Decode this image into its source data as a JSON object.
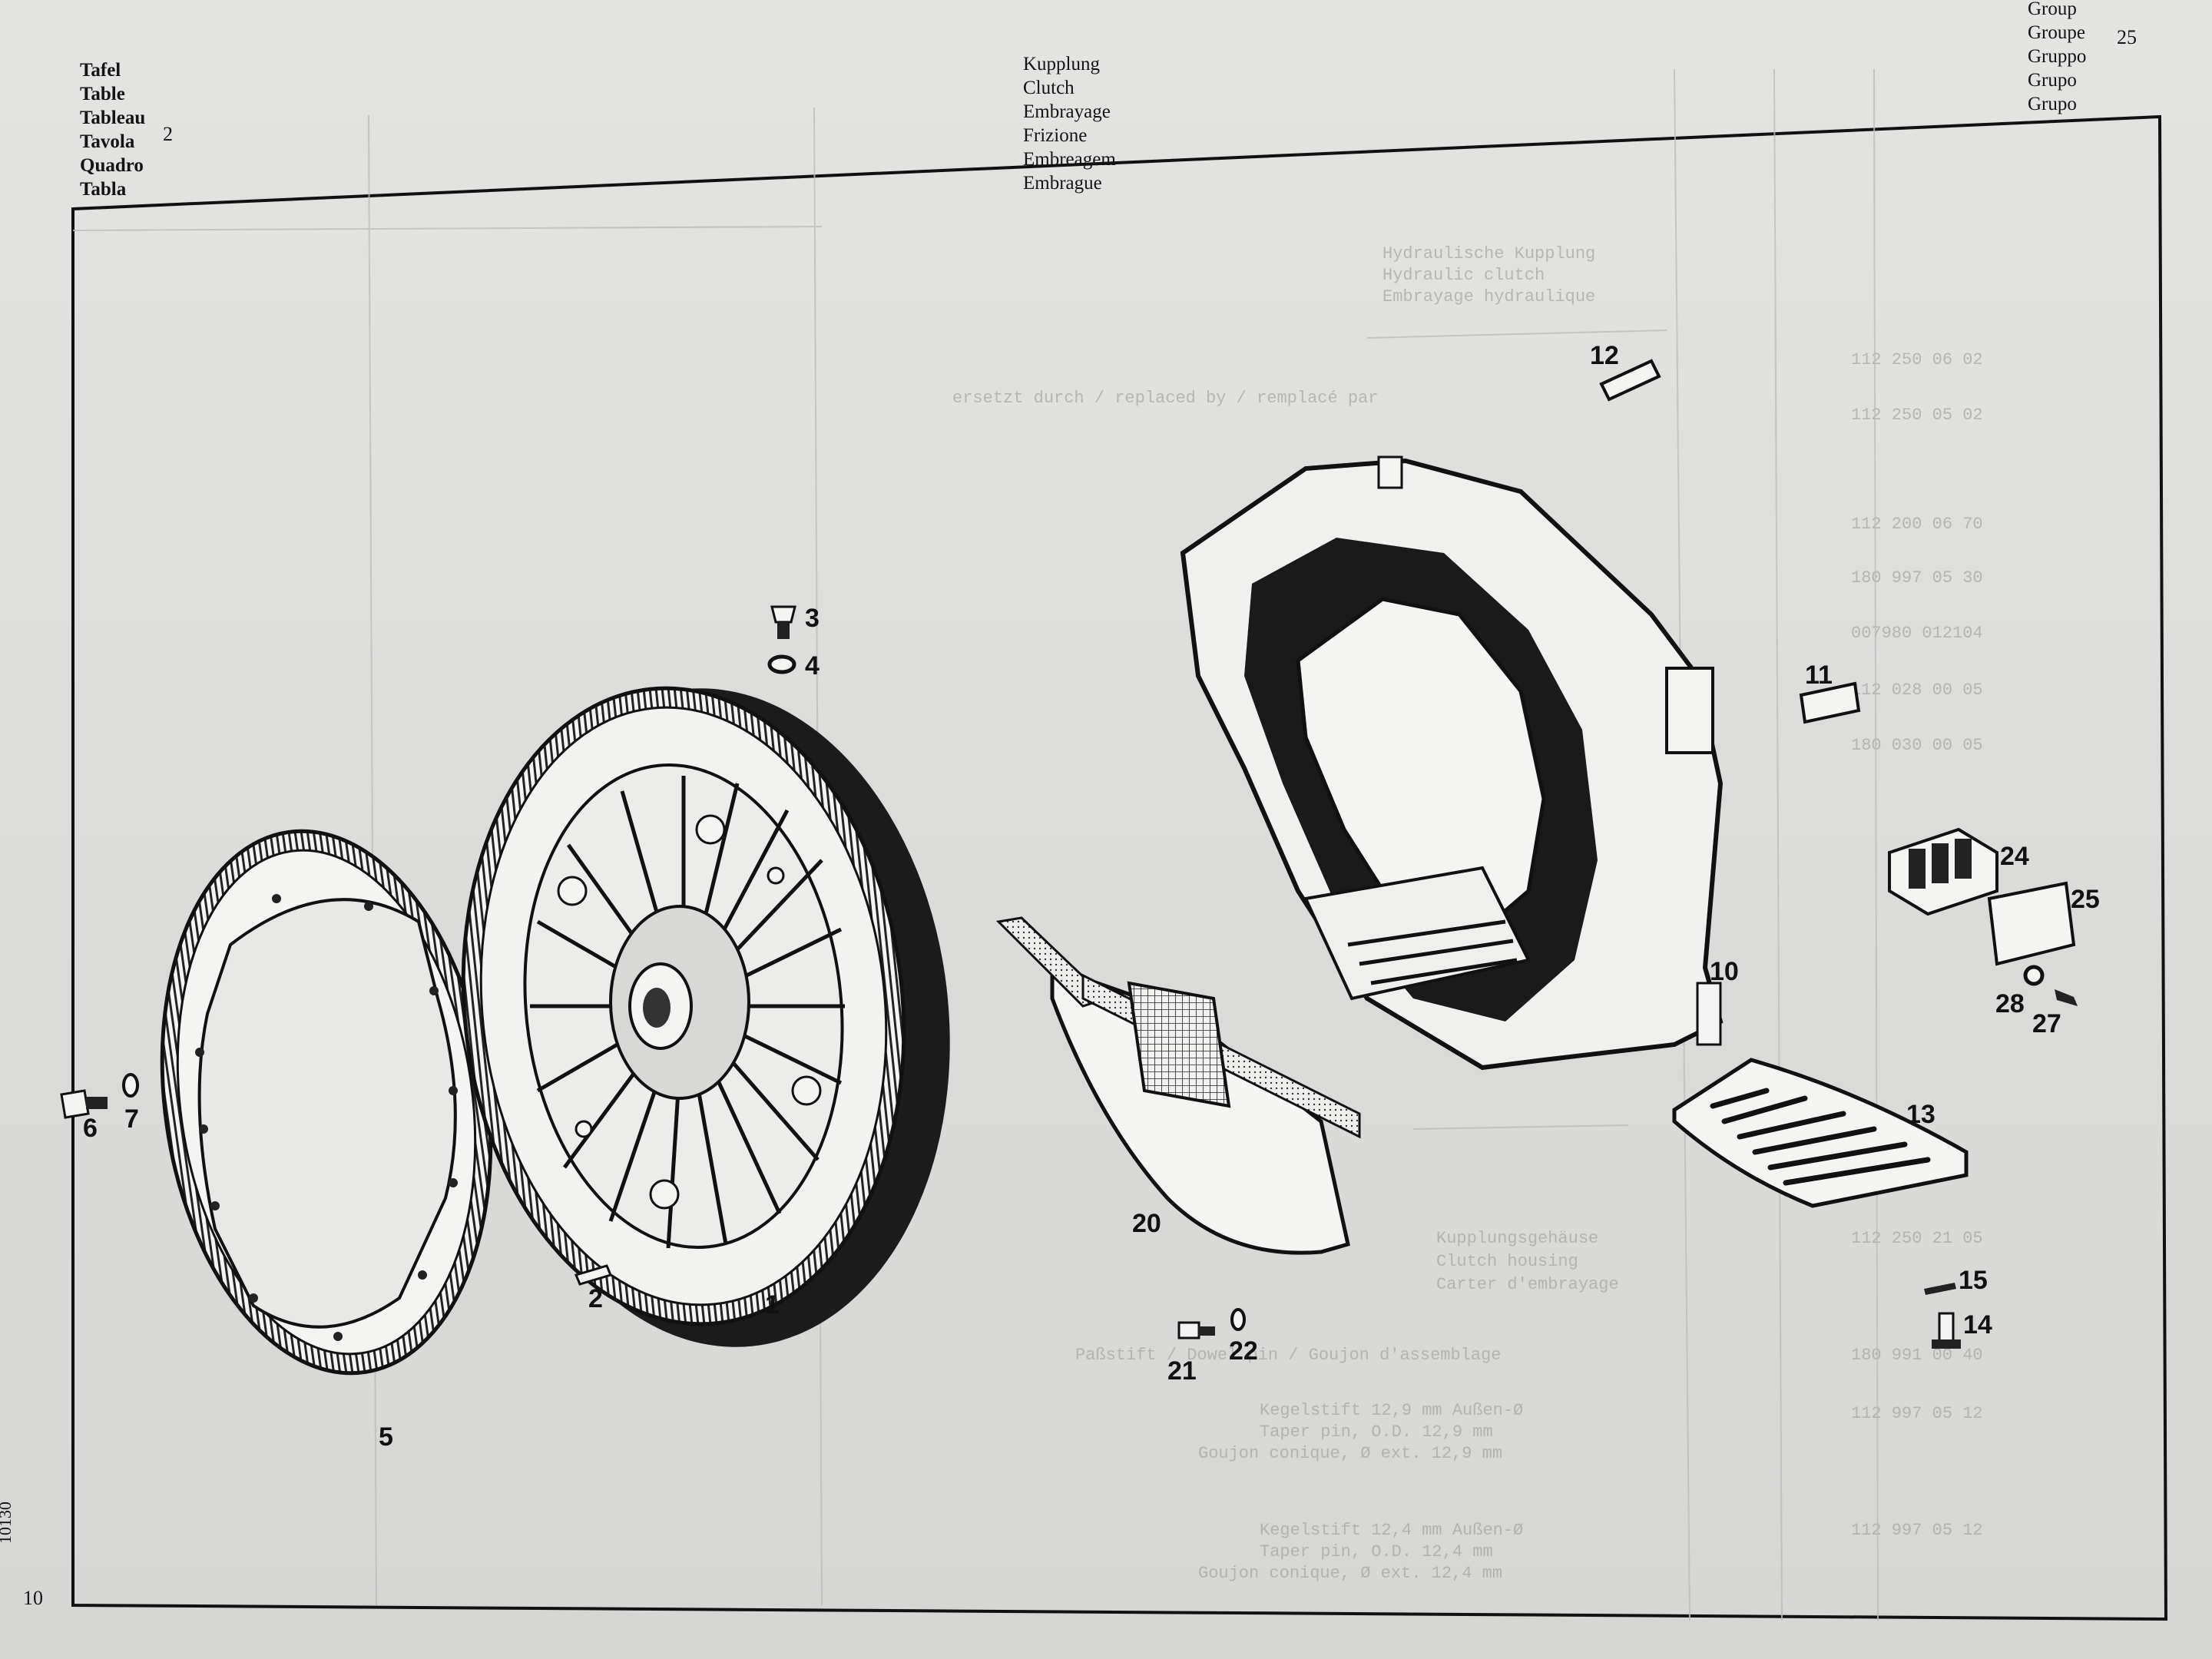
{
  "header": {
    "table_labels": [
      "Tafel",
      "Table",
      "Tableau",
      "Tavola",
      "Quadro",
      "Tabla"
    ],
    "table_number": "2",
    "title_labels": [
      "Kupplung",
      "Clutch",
      "Embrayage",
      "Frizione",
      "Embreagem",
      "Embrague"
    ],
    "group_labels": [
      "Group",
      "Groupe",
      "Gruppo",
      "Grupo",
      "Grupo"
    ],
    "group_number": "25"
  },
  "footer": {
    "page_number": "10",
    "side_code": "10130"
  },
  "diagram": {
    "callouts": [
      "1",
      "2",
      "3",
      "4",
      "5",
      "6",
      "7",
      "10",
      "11",
      "12",
      "13",
      "14",
      "15",
      "20",
      "21",
      "22",
      "24",
      "25",
      "27",
      "28"
    ]
  },
  "show_through_text": [
    "Hydraulische Kupplung",
    "Hydraulic clutch",
    "Embrayage hydraulique",
    "112 250 06 02",
    "112 250 05 02",
    "ersetzt durch / replaced by / remplacé par",
    "112 200 06 70",
    "180 997 05 30",
    "007980 012104",
    "112 028 00 05",
    "180 030 00 05",
    "112 250 21 05",
    "Kupplungsgehäuse",
    "Clutch housing",
    "Carter d'embrayage",
    "Paßstift / Dowel pin / Goujon d'assemblage",
    "180 991 00 40",
    "112 997 05 12",
    "Kegelstift 12,9 mm Außen-Ø",
    "Taper pin, O.D. 12,9 mm",
    "Goujon conique, Ø ext. 12,9 mm",
    "Kegelstift 12,4 mm Außen-Ø",
    "Taper pin, O.D. 12,4 mm",
    "Goujon conique, Ø ext. 12,4 mm",
    "112 997 05 12"
  ]
}
